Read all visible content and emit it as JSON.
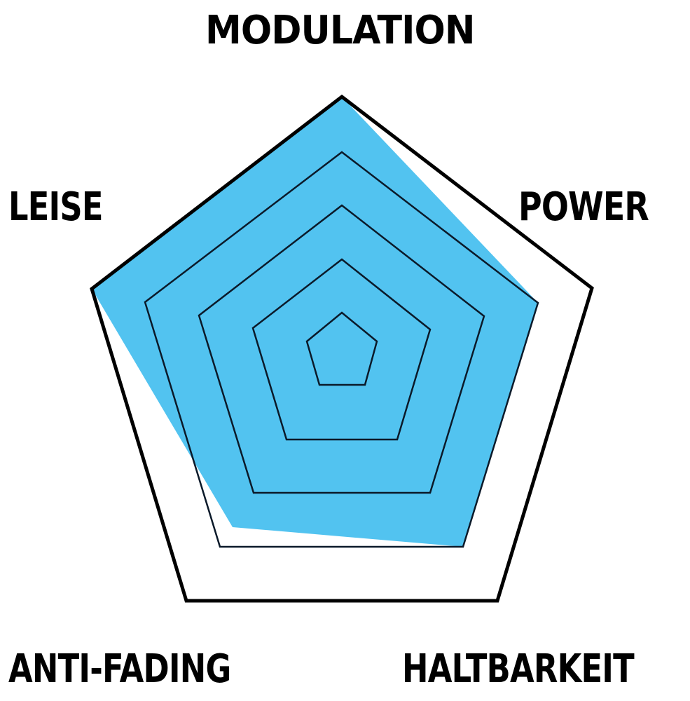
{
  "chart_data": {
    "type": "radar",
    "title": "",
    "axes": [
      "MODULATION",
      "POWER",
      "HALTBARKEIT",
      "ANTI-FADING",
      "LEISE"
    ],
    "scale": {
      "min": 0,
      "max": 5,
      "rings": 5
    },
    "series": [
      {
        "name": "",
        "values": [
          5,
          4,
          4,
          3.6,
          5
        ],
        "color": "#52c3f0"
      }
    ],
    "grid": true,
    "legend": null
  },
  "labels": {
    "top": "MODULATION",
    "upper_left": "LEISE",
    "upper_right": "POWER",
    "lower_left": "ANTI-FADING",
    "lower_right": "HALTBARKEIT"
  },
  "colors": {
    "fill": "#52c3f0",
    "grid": "#0b1a2a",
    "outer": "#000000",
    "background": "#ffffff"
  },
  "geometry": {
    "rings": [
      "488,446 538,487 521,549 456,549 438,487",
      "488,370 614,470 567,627 409,627 361,468",
      "488,293 691,451 614,703 362,703 284,450",
      "488,217 768,432 661,780 314,780 207,431",
      "488,138 845,411 710,857 266,857 131,412"
    ],
    "fill": "488,138 768,432 661,780 332,752 131,412"
  }
}
